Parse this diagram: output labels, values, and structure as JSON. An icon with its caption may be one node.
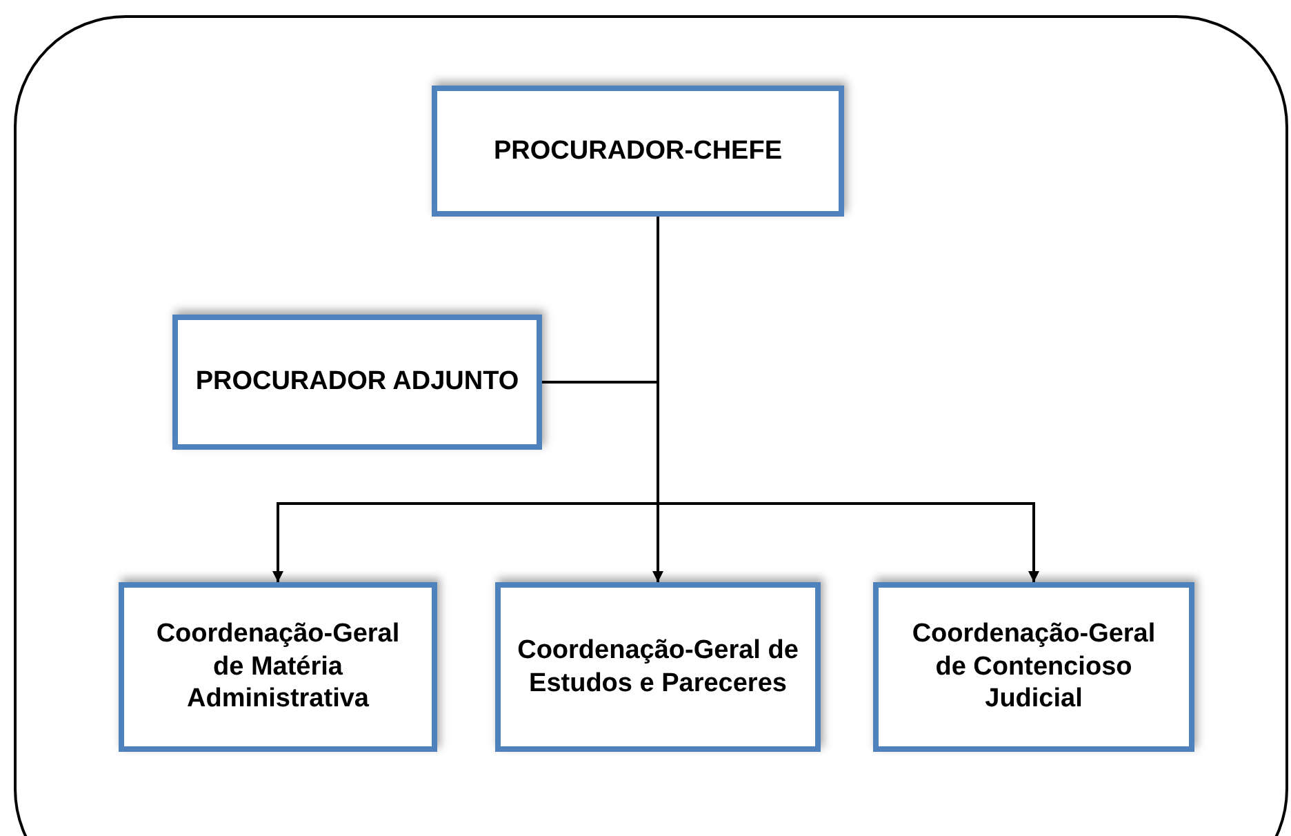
{
  "diagram": {
    "nodes": [
      {
        "text": [
          "PROCURADOR-CHEFE"
        ]
      },
      {
        "text": [
          "PROCURADOR ADJUNTO"
        ]
      },
      {
        "text": [
          "Coordenação-Geral de Matéria Administrativa"
        ]
      },
      {
        "text": [
          "Coordenação-Geral de Estudos e Pareceres"
        ]
      },
      {
        "text": [
          "Coordenação-Geral de Contencioso Judicial"
        ]
      }
    ],
    "edges": [
      {
        "from": 0,
        "to": 1,
        "arrow": "none"
      },
      {
        "from": 0,
        "to": 2,
        "arrow": "to"
      },
      {
        "from": 0,
        "to": 3,
        "arrow": "to"
      },
      {
        "from": 0,
        "to": 4,
        "arrow": "to"
      }
    ]
  }
}
